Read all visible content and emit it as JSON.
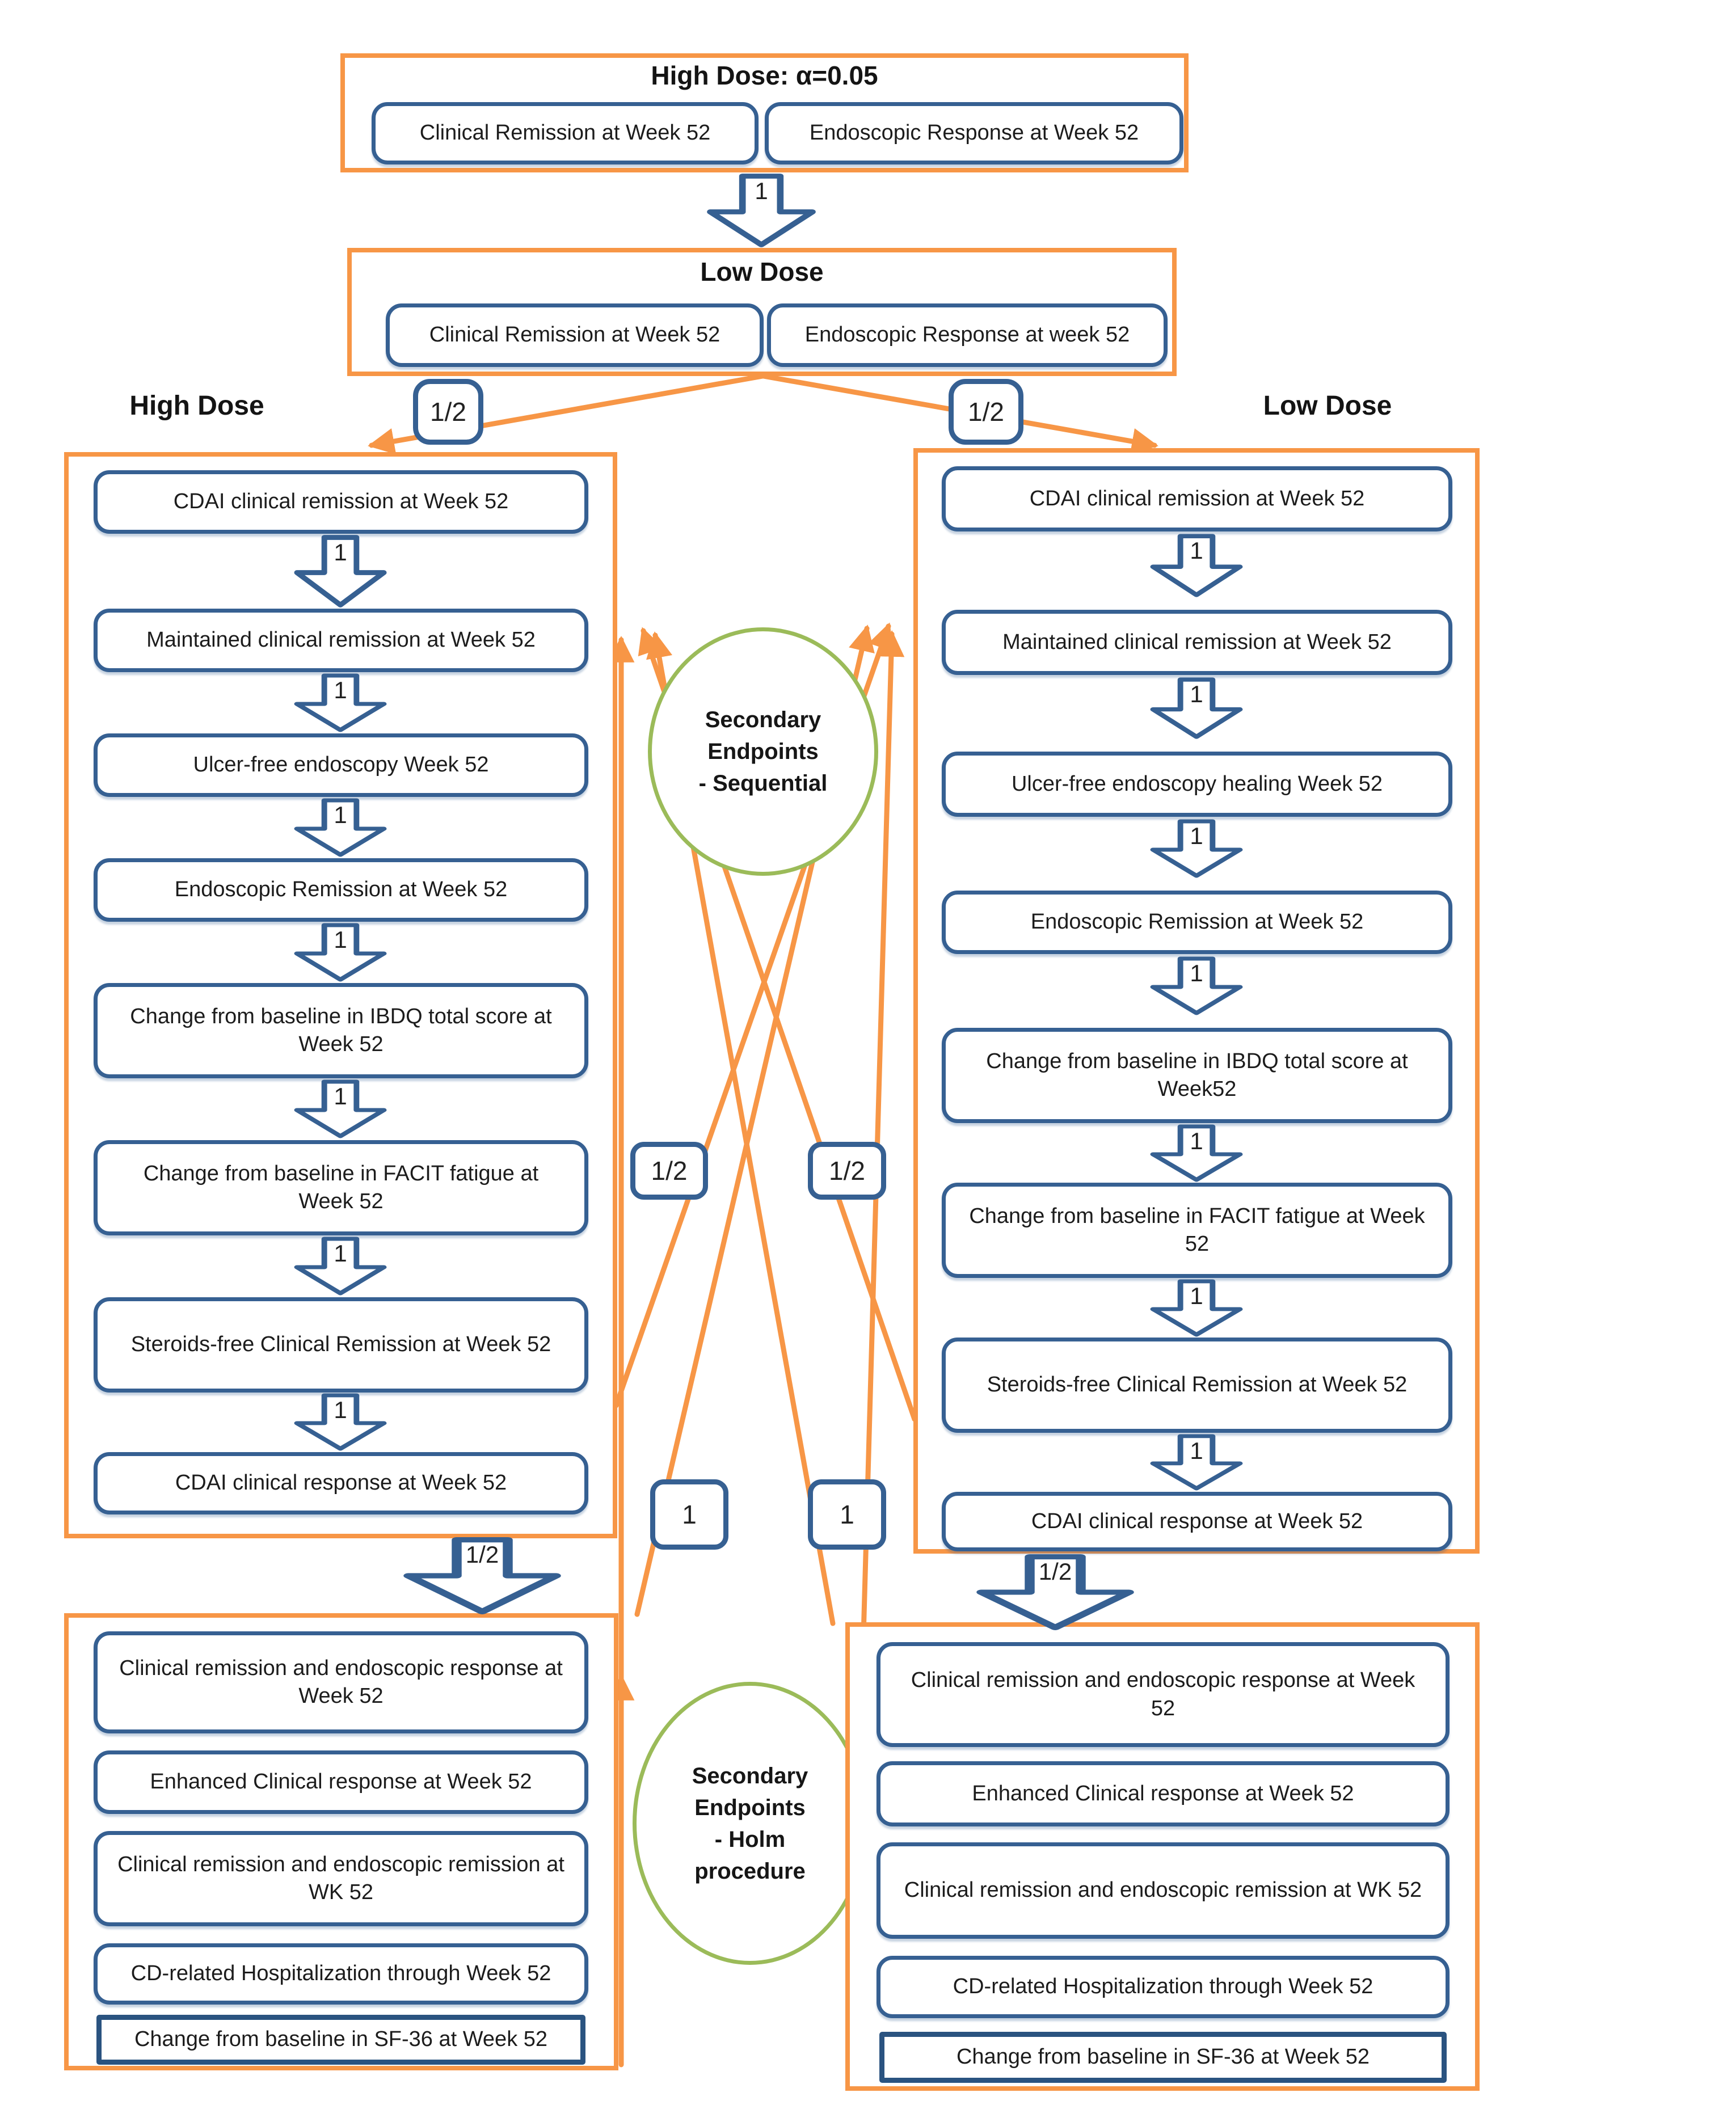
{
  "colors": {
    "orange": "#F79646",
    "blue": "#366092",
    "green": "#9BBB59",
    "text": "#1F1F1F"
  },
  "top_group": {
    "title": "High Dose: α=0.05",
    "boxes": [
      "Clinical Remission at Week 52",
      "Endoscopic Response at Week 52"
    ]
  },
  "top_arrow_label": "1",
  "low_dose_group": {
    "title": "Low Dose",
    "boxes": [
      "Clinical Remission at Week 52",
      "Endoscopic Response at week 52"
    ]
  },
  "split_labels": {
    "left": "1/2",
    "right": "1/2"
  },
  "left_column": {
    "header": "High Dose",
    "steps": [
      "CDAI clinical remission at Week 52",
      "Maintained clinical remission at Week 52",
      "Ulcer-free endoscopy Week 52",
      "Endoscopic Remission at Week 52",
      "Change from baseline in IBDQ total score at Week 52",
      "Change from baseline in FACIT fatigue at Week 52",
      "Steroids-free Clinical Remission at Week 52",
      "CDAI clinical response at Week 52"
    ],
    "arrow_labels": [
      "1",
      "1",
      "1",
      "1",
      "1",
      "1",
      "1"
    ],
    "exit_arrow_label": "1/2"
  },
  "right_column": {
    "header": "Low Dose",
    "steps": [
      "CDAI clinical remission at Week 52",
      "Maintained clinical remission at Week 52",
      "Ulcer-free endoscopy healing Week 52",
      "Endoscopic Remission at Week 52",
      "Change from baseline in IBDQ total score at Week52",
      "Change from baseline in FACIT fatigue at Week 52",
      "Steroids-free Clinical Remission at Week 52",
      "CDAI clinical response at Week 52"
    ],
    "arrow_labels": [
      "1",
      "1",
      "1",
      "1",
      "1",
      "1",
      "1"
    ],
    "exit_arrow_label": "1/2"
  },
  "mid_labels": {
    "left_half": "1/2",
    "right_half": "1/2",
    "left_one": "1",
    "right_one": "1"
  },
  "circles": {
    "sequential": {
      "line1": "Secondary",
      "line2": "Endpoints",
      "line3": "- Sequential"
    },
    "holm": {
      "line1": "Secondary",
      "line2": "Endpoints",
      "line3": "- Holm",
      "line4": "procedure"
    }
  },
  "bottom_left_group": {
    "boxes": [
      "Clinical remission and endoscopic response at Week 52",
      "Enhanced Clinical response at Week 52",
      "Clinical remission and endoscopic remission at WK 52",
      "CD-related Hospitalization through Week 52",
      "Change from baseline in SF-36 at Week 52"
    ]
  },
  "bottom_right_group": {
    "boxes": [
      "Clinical remission and endoscopic response at Week 52",
      "Enhanced Clinical response at Week 52",
      "Clinical remission and endoscopic remission at WK 52",
      "CD-related Hospitalization through Week 52",
      "Change from baseline in SF-36 at Week 52"
    ]
  }
}
